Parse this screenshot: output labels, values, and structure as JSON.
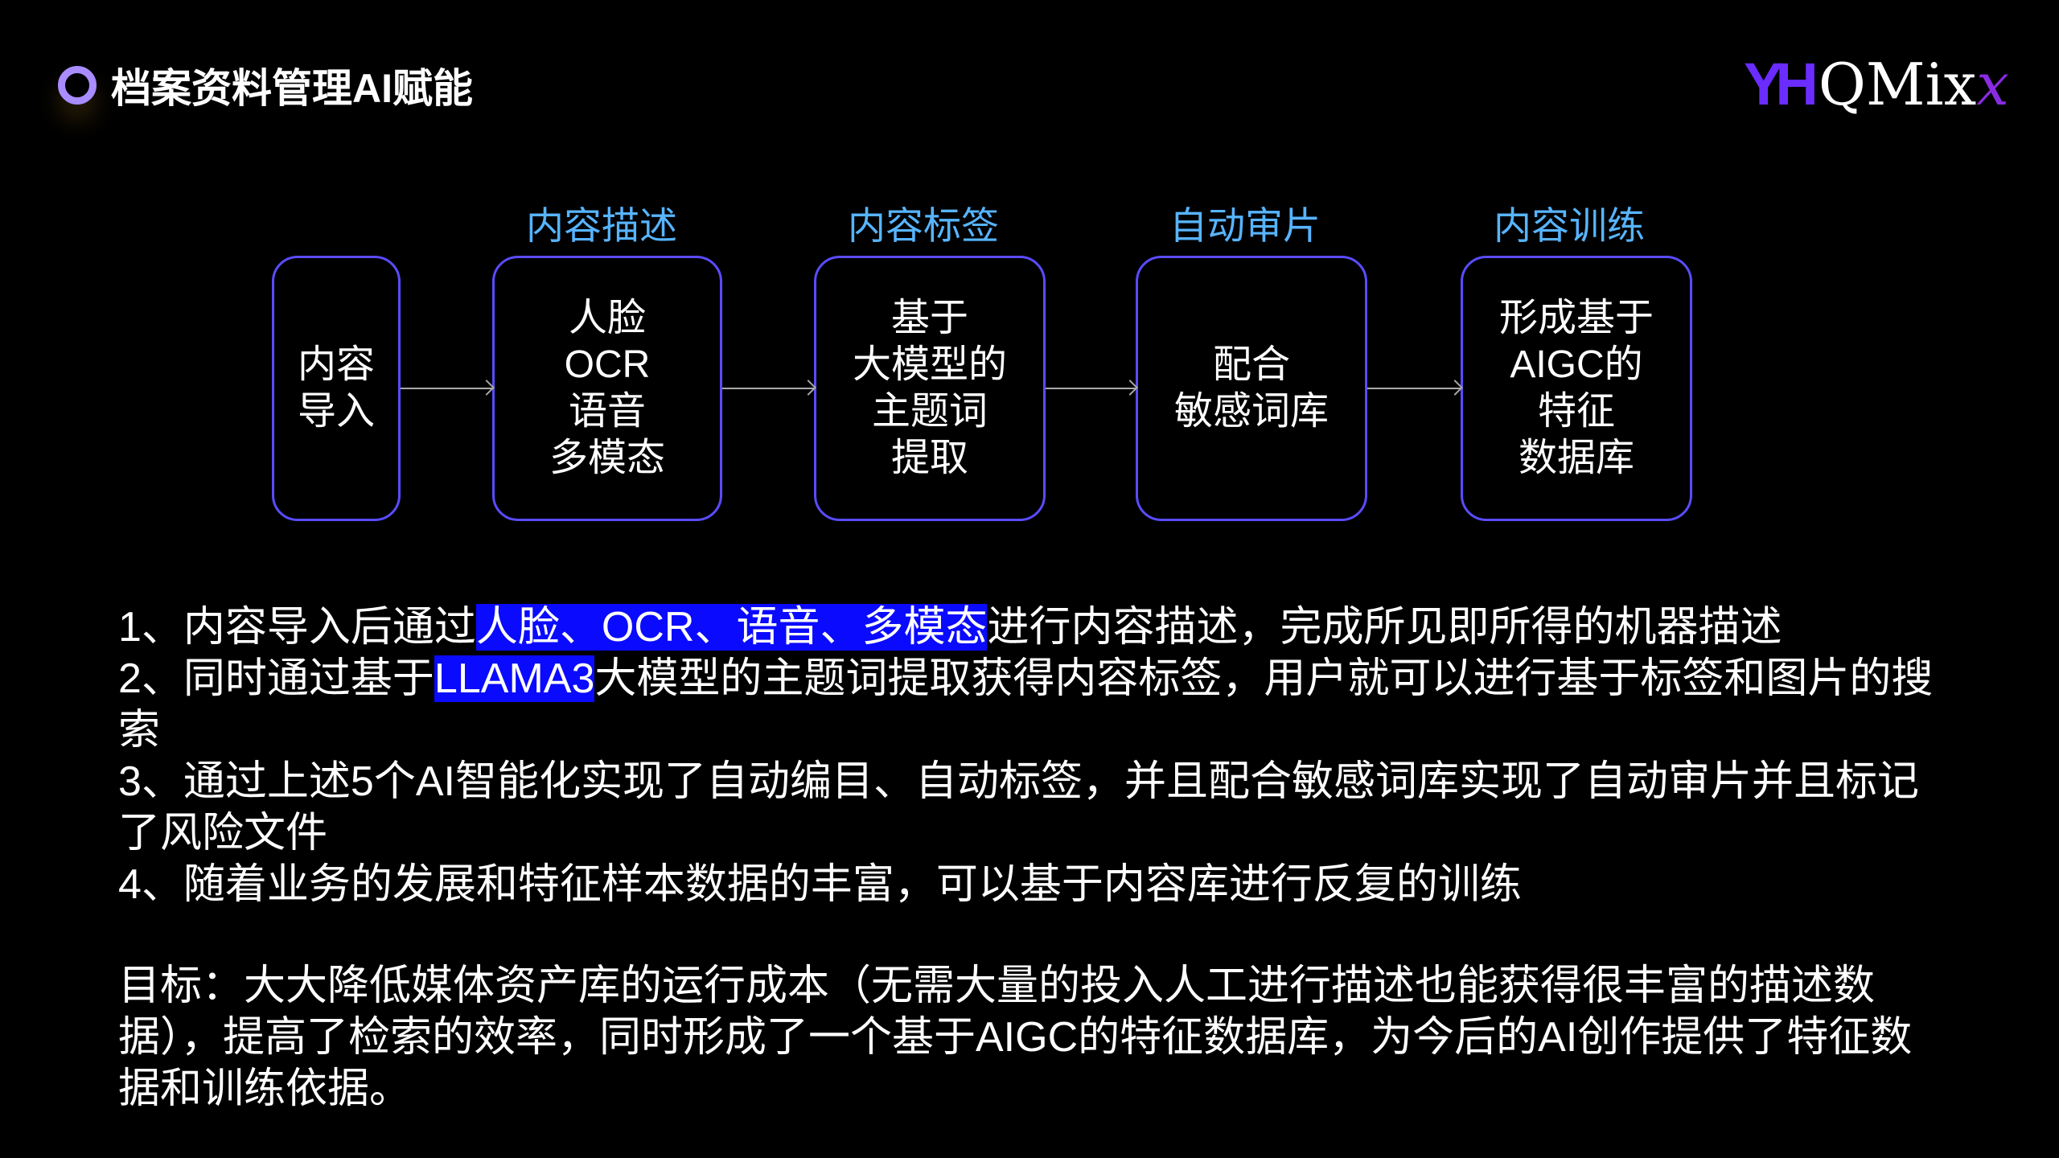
{
  "header": {
    "title": "档案资料管理AI赋能",
    "logo_text": "QMix",
    "logo_mark": "YH",
    "logo_x": "x"
  },
  "steps": [
    {
      "label": "",
      "text": "内容\n导入"
    },
    {
      "label": "内容描述",
      "text": "人脸\nOCR\n语音\n多模态"
    },
    {
      "label": "内容标签",
      "text": "基于\n大模型的\n主题词\n提取"
    },
    {
      "label": "自动审片",
      "text": "配合\n敏感词库"
    },
    {
      "label": "内容训练",
      "text": "形成基于\nAIGC的\n特征\n数据库"
    }
  ],
  "points": [
    {
      "pre": "1、内容导入后通过",
      "hl": "人脸、OCR、语音、多模态",
      "post": "进行内容描述，完成所见即所得的机器描述"
    },
    {
      "pre": "2、同时通过基于",
      "hl": "LLAMA3",
      "post": "大模型的主题词提取获得内容标签，用户就可以进行基于标签和图片的搜索"
    },
    {
      "pre": "3、通过上述5个AI智能化实现了自动编目、自动标签，并且配合敏感词库实现了自动审片并且标记了风险文件",
      "hl": "",
      "post": ""
    },
    {
      "pre": "4、随着业务的发展和特征样本数据的丰富，可以基于内容库进行反复的训练",
      "hl": "",
      "post": ""
    }
  ],
  "goal": "目标：大大降低媒体资产库的运行成本（无需大量的投入人工进行描述也能获得很丰富的描述数据），提高了检索的效率，同时形成了一个基于AIGC的特征数据库，为今后的AI创作提供了特征数据和训练依据。",
  "colors": {
    "accent": "#5a4cff",
    "label": "#57b4ff",
    "highlight": "#0a0aff"
  }
}
